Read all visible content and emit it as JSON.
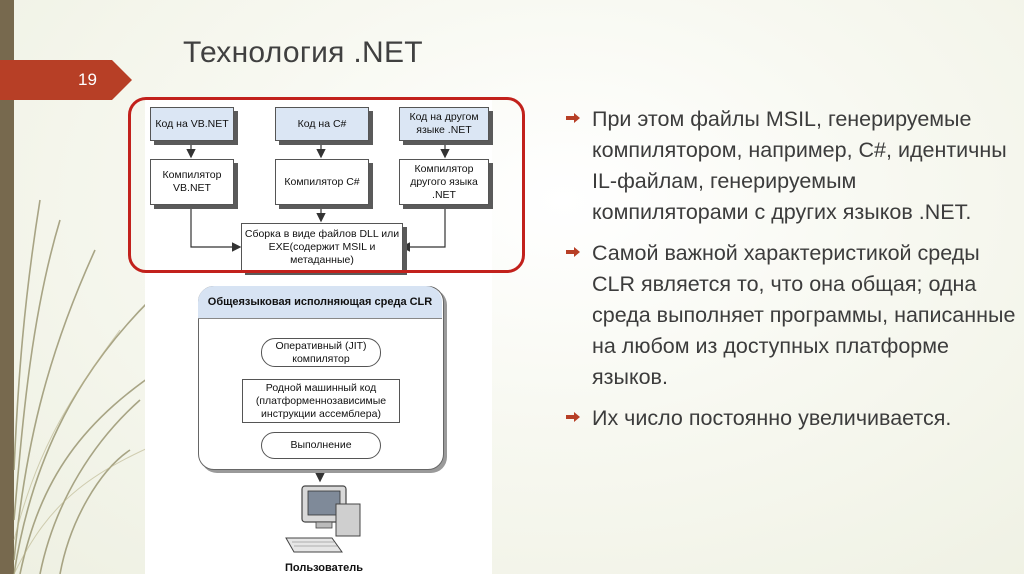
{
  "slide": {
    "title": "Технология .NET",
    "number": "19"
  },
  "diagram": {
    "top_boxes": [
      "Код на VB.NET",
      "Код на C#",
      "Код на другом языке .NET"
    ],
    "compilers": [
      "Компилятор VB.NET",
      "Компилятор C#",
      "Компилятор другого языка .NET"
    ],
    "assembly": "Сборка в виде файлов DLL или EXE(содержит MSIL и метаданные)",
    "clr_title": "Общеязыковая исполняющая среда CLR",
    "jit": "Оперативный (JIT) компилятор",
    "native": "Родной машинный код (платформеннозависимые инструкции ассемблера)",
    "execution": "Выполнение",
    "user": "Пользователь"
  },
  "bullets": [
    "При этом файлы MSIL, генерируемые компилятором, например, C#, идентичны IL-файлам, генерируемым компиляторами с других языков .NET.",
    "Самой важной характеристикой среды CLR является то, что она общая; одна среда выполняет программы, написанные на любом из доступных платформе языков.",
    "Их число постоянно увеличивается."
  ],
  "colors": {
    "accent_red": "#b73f26",
    "frame_red": "#c2211c",
    "box_blue": "#dbe6f4",
    "rail": "#77694e"
  }
}
